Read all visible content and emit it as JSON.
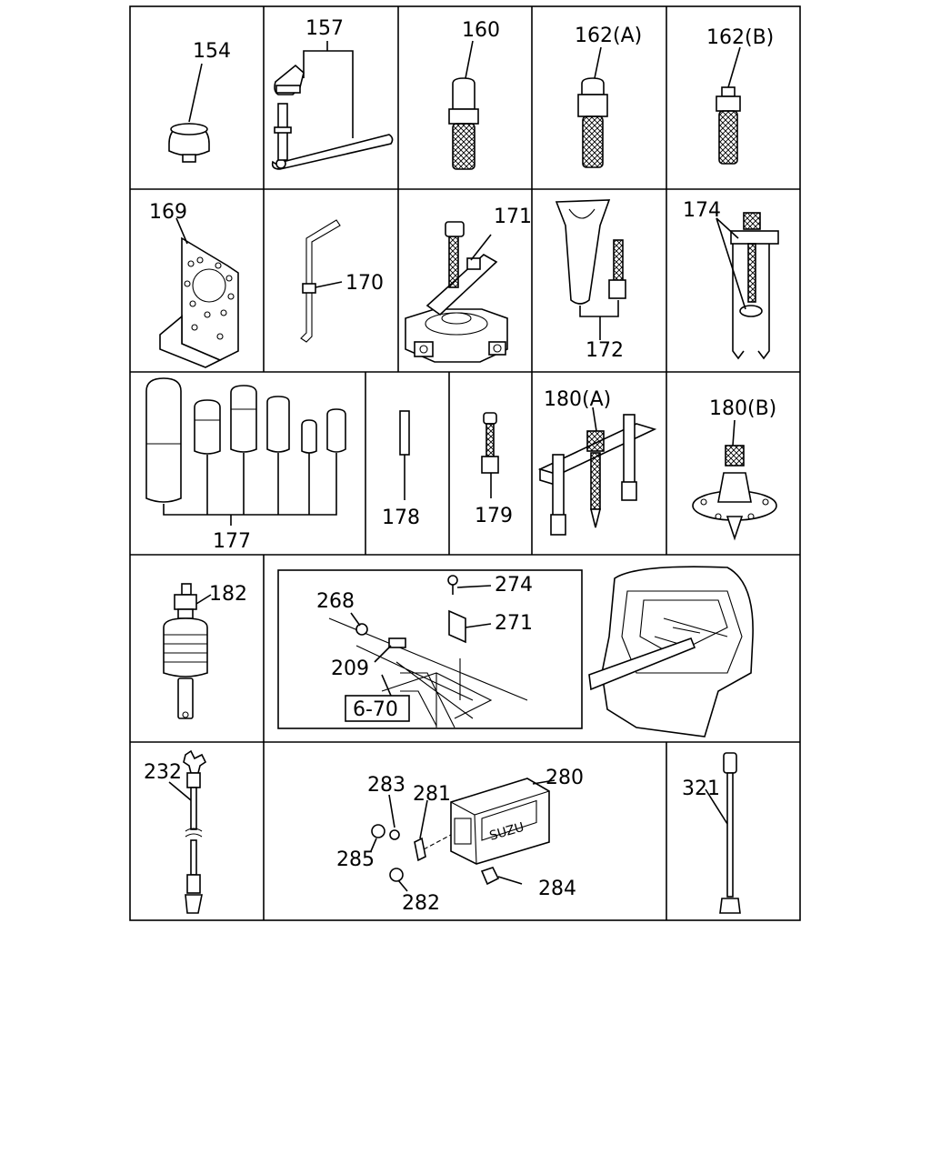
{
  "labels": {
    "p154": "154",
    "p157": "157",
    "p160": "160",
    "p162a": "162(A)",
    "p162b": "162(B)",
    "p169": "169",
    "p170": "170",
    "p171": "171",
    "p172": "172",
    "p174": "174",
    "p177": "177",
    "p178": "178",
    "p179": "179",
    "p180a": "180(A)",
    "p180b": "180(B)",
    "p182": "182",
    "p268": "268",
    "p274": "274",
    "p271": "271",
    "p209": "209",
    "ref670": "6-70",
    "p232": "232",
    "p283": "283",
    "p281": "281",
    "p280": "280",
    "p285": "285",
    "p282": "282",
    "p284": "284",
    "p321": "321"
  },
  "box_280_mark": "SUZU",
  "colors": {
    "line": "#000000",
    "background": "#ffffff"
  }
}
